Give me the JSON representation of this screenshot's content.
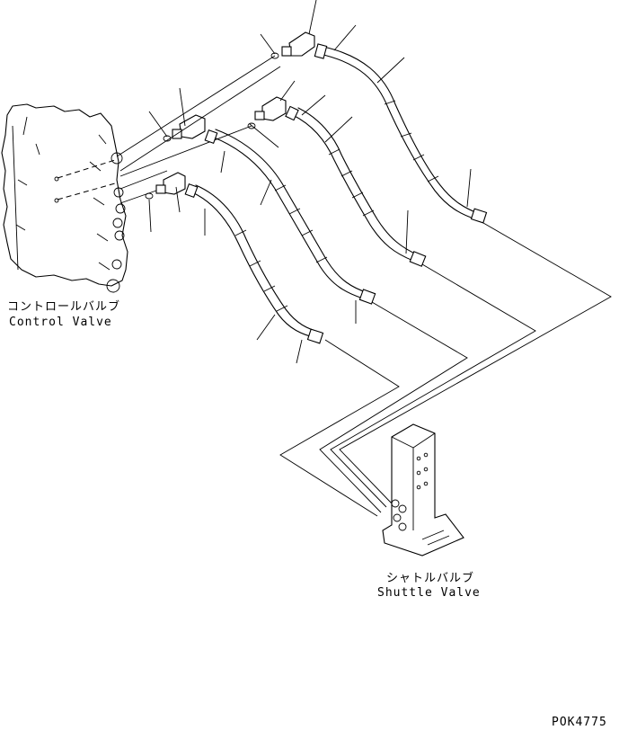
{
  "labels": {
    "control_valve_jp": "コントロールバルブ",
    "control_valve_en": "Control Valve",
    "shuttle_valve_jp": "シャトルバルブ",
    "shuttle_valve_en": "Shuttle Valve",
    "figure_code": "POK4775"
  }
}
